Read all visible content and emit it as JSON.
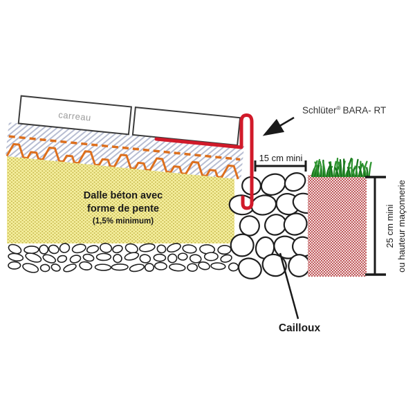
{
  "labels": {
    "tile": "carreau",
    "slab_line1": "Dalle béton avec",
    "slab_line2": "forme de pente",
    "slab_line3": "(1,5% minimum)",
    "dim_horizontal": "15 cm mini",
    "dim_vertical_line1": "25 cm mini",
    "dim_vertical_line2": "ou hauteur maçonnerie",
    "gravel": "Cailloux"
  },
  "product_label": {
    "brand": "Schlüter",
    "registered": "®",
    "model": "BARA- RT"
  },
  "colors": {
    "profile_red": "#d11a2a",
    "membrane_orange": "#dd6f1d",
    "slab_yellow": "#f6f0a0",
    "slab_dot": "#c8ba50",
    "hatch_gray": "#b7bdd2",
    "wall_pink_dark": "#c2595e",
    "wall_pink_light": "#f2e0dd",
    "grass_green_dark": "#15731a",
    "grass_green_light": "#2e9430",
    "line_black": "#1a1a1a",
    "tile_border": "#3b3b3b",
    "tile_text_gray": "#9a9a9a"
  }
}
